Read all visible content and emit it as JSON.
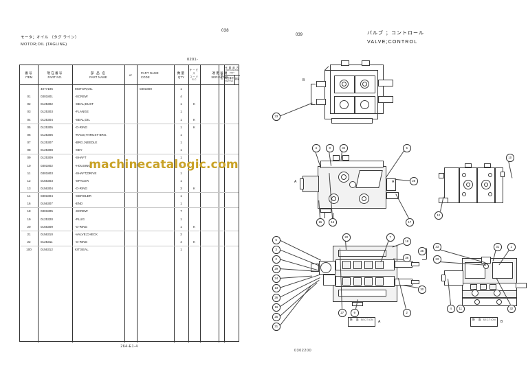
{
  "document": {
    "type": "parts-catalog-spread",
    "bottom_left_code": "264-E1-4",
    "bottom_right_code": "0302200"
  },
  "left_page": {
    "folio": "038",
    "group_jp": "モータ；オイル （タグ ライン）",
    "group_en": "MOTOR;OIL (TAGLINE)",
    "serial_note": "0201-",
    "table": {
      "headers": {
        "item_jp": "番号",
        "item_en": "ITEM",
        "partno_jp": "現在番号",
        "partno_en": "PART NO.",
        "partname_jp": "部 品 名",
        "partname_en": "PART NAME",
        "or": "or",
        "code_en1": "PART NAME",
        "code_en2": "CODE",
        "qty_jp": "数量",
        "qty_en": "QTY",
        "sc_jp": "サービス",
        "sc_jp2": "コード",
        "sc_en": "S.C",
        "serial_jp": "適用号機",
        "serial_en": "SERIAL NO.",
        "ca_jp": "互換性",
        "ca_en": "C.A",
        "repl_jp": "代 替 部 方",
        "repl_en1": "REPLACEABLE",
        "repl_en2": "PART",
        "repl_partno_jp": "現在番号",
        "repl_partno_en": "PART NO.",
        "repl_qty_jp": "数量",
        "repl_qty_en": "QTY"
      },
      "rows": [
        {
          "item": "",
          "part_no": "4077195",
          "part_name": "MOTOR;OIL",
          "code": "0301800",
          "qty": "1",
          "sc": ""
        },
        {
          "item": "01",
          "part_no": "0301801",
          "part_name": "-SCREW",
          "code": "",
          "qty": "4",
          "sc": ""
        },
        {
          "item": "02",
          "part_no": "0125302",
          "part_name": "-SEAL;DUST",
          "code": "",
          "qty": "1",
          "sc": "K"
        },
        {
          "item": "03",
          "part_no": "0125303",
          "part_name": "-FLANGE",
          "code": "",
          "qty": "1",
          "sc": ""
        },
        {
          "item": "04",
          "part_no": "0125304",
          "part_name": "-SEAL;OIL",
          "code": "",
          "qty": "1",
          "sc": "K"
        },
        {
          "item": "05",
          "part_no": "0125305",
          "part_name": "-O-RING",
          "code": "",
          "qty": "1",
          "sc": "K"
        },
        {
          "item": "06",
          "part_no": "0125306",
          "part_name": "-RACE;THRUST-BRG.",
          "code": "",
          "qty": "1",
          "sc": ""
        },
        {
          "item": "07",
          "part_no": "0125307",
          "part_name": "-BRG.;NEEDLE",
          "code": "",
          "qty": "1",
          "sc": ""
        },
        {
          "item": "08",
          "part_no": "0125308",
          "part_name": "-KEY",
          "code": "",
          "qty": "1",
          "sc": ""
        },
        {
          "item": "09",
          "part_no": "0125309",
          "part_name": "-SHAFT",
          "code": "",
          "qty": "1",
          "sc": ""
        },
        {
          "item": "10",
          "part_no": "0301802",
          "part_name": "-HOUSING",
          "code": "",
          "qty": "1",
          "sc": ""
        },
        {
          "item": "11",
          "part_no": "0301803",
          "part_name": "-SHAFT;DRIVE",
          "code": "",
          "qty": "1",
          "sc": ""
        },
        {
          "item": "12",
          "part_no": "0156303",
          "part_name": "-SPACER",
          "code": "",
          "qty": "1",
          "sc": ""
        },
        {
          "item": "13",
          "part_no": "0156304",
          "part_name": "-O-RING",
          "code": "",
          "qty": "3",
          "sc": "K"
        },
        {
          "item": "14",
          "part_no": "0301804",
          "part_name": "-GEROLER",
          "code": "",
          "qty": "1",
          "sc": ""
        },
        {
          "item": "16",
          "part_no": "0156307",
          "part_name": "-END",
          "code": "",
          "qty": "1",
          "sc": ""
        },
        {
          "item": "18",
          "part_no": "0301805",
          "part_name": "-SCREW",
          "code": "",
          "qty": "7",
          "sc": ""
        },
        {
          "item": "19",
          "part_no": "0125320",
          "part_name": "-PLUG",
          "code": "",
          "qty": "1",
          "sc": ""
        },
        {
          "item": "20",
          "part_no": "0156309",
          "part_name": "-O-RING",
          "code": "",
          "qty": "1",
          "sc": "K"
        },
        {
          "item": "21",
          "part_no": "0156310",
          "part_name": "-VALVE;CHECK",
          "code": "",
          "qty": "2",
          "sc": ""
        },
        {
          "item": "22",
          "part_no": "0125311",
          "part_name": "-O-RING",
          "code": "",
          "qty": "4",
          "sc": "K"
        },
        {
          "item": "100",
          "part_no": "0156312",
          "part_name": "KIT;SEAL",
          "code": "",
          "qty": "1",
          "sc": ""
        }
      ]
    }
  },
  "right_page": {
    "folio": "039",
    "title_jp": "バルブ ；コントロール",
    "title_en": "VALVE;CONTROL",
    "figure_code": "0302200",
    "callouts_top": [
      "23"
    ],
    "callouts_mid": [
      "4",
      "8",
      "34",
      "5",
      "10",
      "28",
      "15",
      "16",
      "17",
      "12"
    ],
    "callouts_bottom": [
      "6",
      "3",
      "2",
      "29",
      "24",
      "13",
      "26",
      "19",
      "25",
      "21",
      "20",
      "7",
      "27",
      "9",
      "18",
      "35",
      "36",
      "30",
      "2"
    ],
    "callouts_right": [
      "33",
      "23",
      "31",
      "1",
      "4",
      "11",
      "32"
    ],
    "section_a_jp": "断 面",
    "section_a_en": "SECTION",
    "section_a_letter": "A",
    "section_b_jp": "断 面",
    "section_b_en": "SECTION",
    "section_b_letter": "B",
    "view_letters": [
      "A",
      "A",
      "B",
      "B"
    ]
  },
  "watermark": "machinecatalogic.com"
}
